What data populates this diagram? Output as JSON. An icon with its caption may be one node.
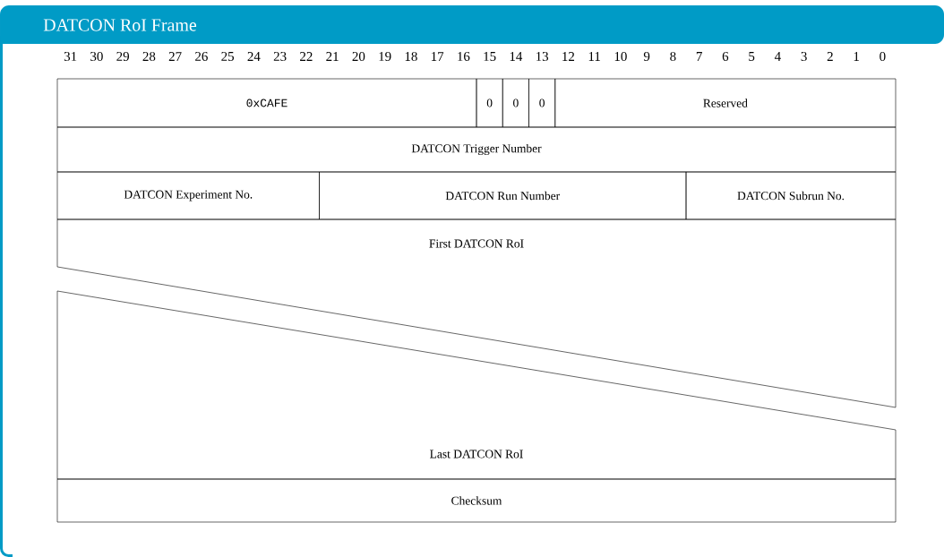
{
  "diagram": {
    "title": "DATCON RoI Frame",
    "nodes": [
      {
        "text": [
          "0xCAFE"
        ]
      },
      {
        "text": [
          "0"
        ]
      },
      {
        "text": [
          "0"
        ]
      },
      {
        "text": [
          "0"
        ]
      },
      {
        "text": [
          "Reserved"
        ]
      },
      {
        "text": [
          "DATCON Trigger Number"
        ]
      },
      {
        "text": [
          "DATCON Experiment No."
        ]
      },
      {
        "text": [
          "DATCON Run Number"
        ]
      },
      {
        "text": [
          "DATCON Subrun No."
        ]
      },
      {
        "text": [
          "First DATCON RoI"
        ]
      },
      {
        "text": [
          "Last DATCON RoI"
        ]
      },
      {
        "text": [
          "Checksum"
        ]
      }
    ],
    "labels": [
      "31",
      "30",
      "29",
      "28",
      "27",
      "26",
      "25",
      "24",
      "23",
      "22",
      "21",
      "20",
      "19",
      "18",
      "17",
      "16",
      "15",
      "14",
      "13",
      "12",
      "11",
      "10",
      "9",
      "8",
      "7",
      "6",
      "5",
      "4",
      "3",
      "2",
      "1",
      "0"
    ]
  }
}
